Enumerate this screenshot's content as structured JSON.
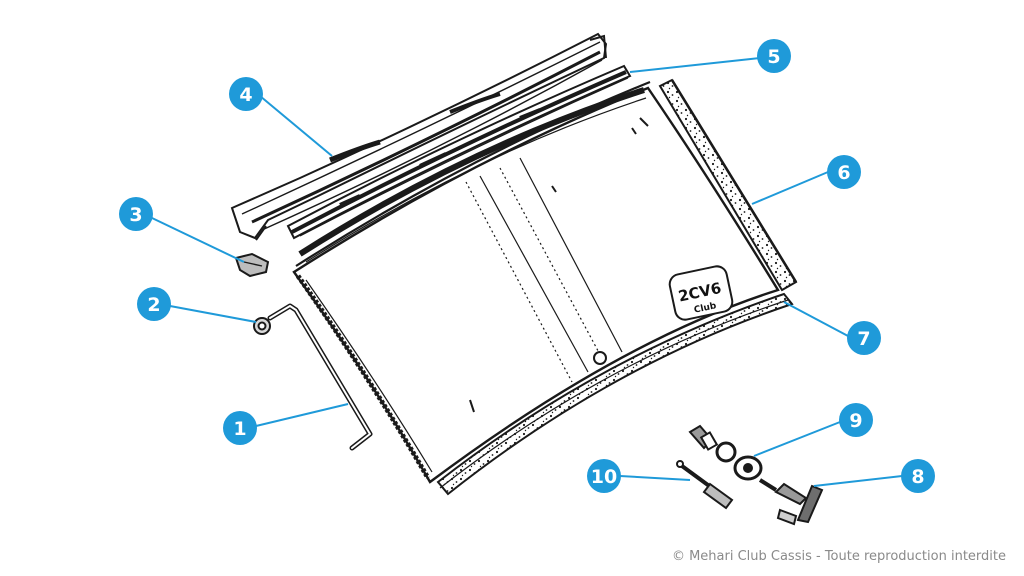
{
  "diagram": {
    "colors": {
      "callout_fill": "#1f9ad9",
      "leader_line": "#1f9ad9",
      "ink": "#1a1a1a"
    },
    "callouts": [
      {
        "id": 1,
        "label": "1"
      },
      {
        "id": 2,
        "label": "2"
      },
      {
        "id": 3,
        "label": "3"
      },
      {
        "id": 4,
        "label": "4"
      },
      {
        "id": 5,
        "label": "5"
      },
      {
        "id": 6,
        "label": "6"
      },
      {
        "id": 7,
        "label": "7"
      },
      {
        "id": 8,
        "label": "8"
      },
      {
        "id": 9,
        "label": "9"
      },
      {
        "id": 10,
        "label": "10"
      }
    ],
    "logo": {
      "line1": "2CV6",
      "line2": "Club"
    }
  },
  "footer": {
    "copyright": "© Mehari Club Cassis  - Toute reproduction interdite"
  }
}
